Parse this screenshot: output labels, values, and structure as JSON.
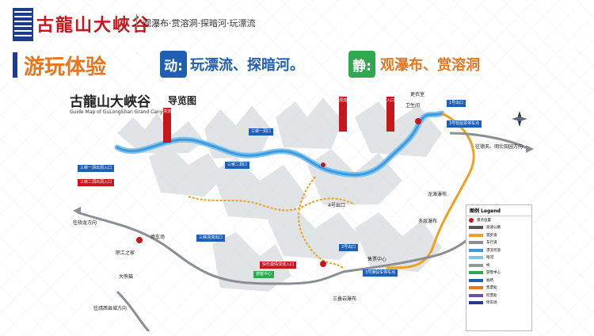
{
  "header": {
    "brand": "古龍山大峽谷",
    "tagline": "观瀑布·赏溶洞·探暗河·玩漂流"
  },
  "section": {
    "title": "游玩体验",
    "dynamic_badge": "动:",
    "dynamic_text": "玩漂流、探暗河。",
    "static_badge": "静:",
    "static_text": "观瀑布、赏溶洞"
  },
  "map": {
    "title_cn": "古龍山大峽谷",
    "title_suffix": "导览图",
    "subtitle": "Guide Map of GuLongShan Grand Canyon",
    "places": [
      "卫生间",
      "更衣室",
      "1号出口",
      "3号接驳车停车点",
      "往德天、明仕田园方向",
      "三峡漂流出口",
      "三峡一洞口",
      "三峡二洞口",
      "三峡一洞出洞入口",
      "三峡二洞出洞入口",
      "4号出口",
      "龙滩瀑布",
      "多层瀑布",
      "2号出口",
      "售票中心",
      "游客中心",
      "往靖西县城方向",
      "往硕龙方向",
      "职工之家",
      "停车场",
      "大熊猫",
      "三叠岩瀑布",
      "快乐激情漂流入口",
      "3号检验票停车点"
    ]
  },
  "legend": {
    "title": "图例 Legend",
    "items": [
      "景点位置",
      "高速公路",
      "游步道",
      "车行道",
      "漂流河道",
      "暗河",
      "桥",
      "游客中心",
      "厕所",
      "售票处",
      "检票处",
      "停车场"
    ]
  },
  "colors": {
    "brand_red": "#c8161d",
    "accent_orange": "#e8761e",
    "accent_blue": "#1e5fb4",
    "accent_green": "#2fa84f",
    "river": "#3c9be0"
  }
}
